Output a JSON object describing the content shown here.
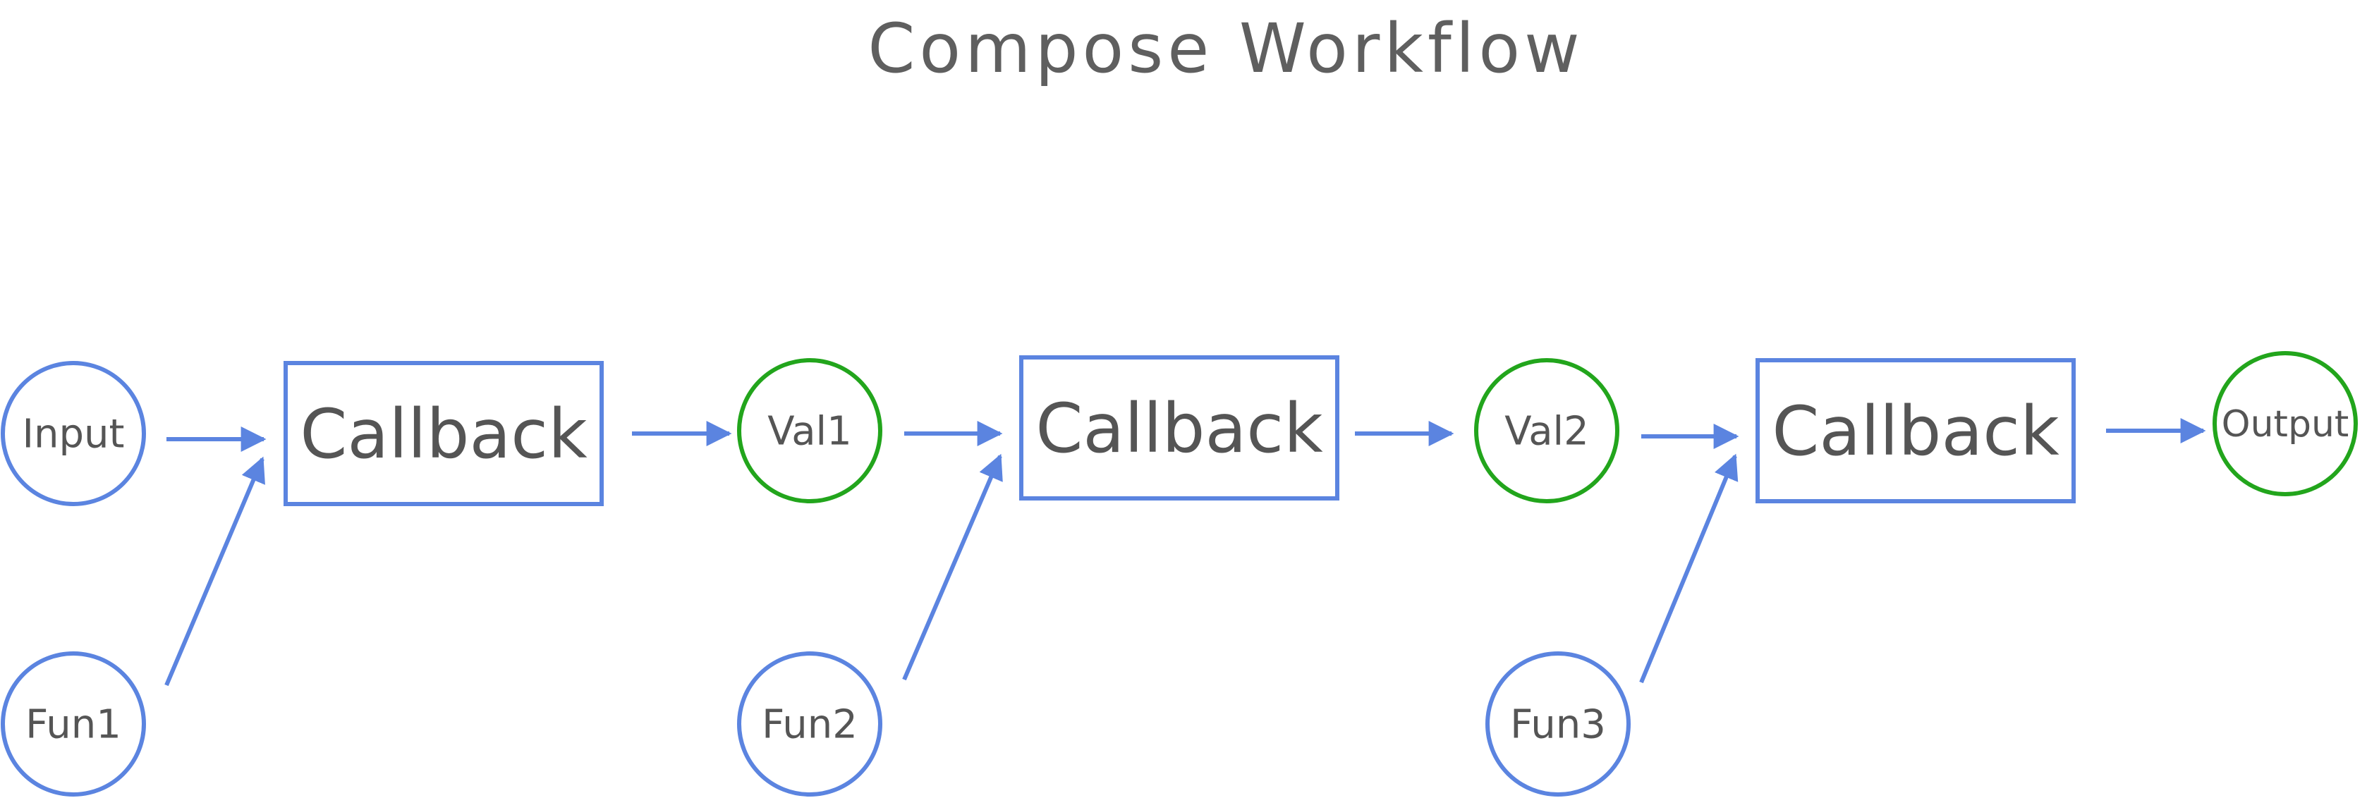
{
  "title": "Compose Workflow",
  "colors": {
    "blue": "#5b84e0",
    "green": "#22a51c",
    "text": "#555555",
    "title": "#5f5f5f"
  },
  "nodes": [
    {
      "id": "input",
      "label": "Input",
      "shape": "circle",
      "color": "blue"
    },
    {
      "id": "fun1",
      "label": "Fun1",
      "shape": "circle",
      "color": "blue"
    },
    {
      "id": "callback1",
      "label": "Callback",
      "shape": "box",
      "color": "blue"
    },
    {
      "id": "val1",
      "label": "Val1",
      "shape": "circle",
      "color": "green"
    },
    {
      "id": "fun2",
      "label": "Fun2",
      "shape": "circle",
      "color": "blue"
    },
    {
      "id": "callback2",
      "label": "Callback",
      "shape": "box",
      "color": "blue"
    },
    {
      "id": "val2",
      "label": "Val2",
      "shape": "circle",
      "color": "green"
    },
    {
      "id": "fun3",
      "label": "Fun3",
      "shape": "circle",
      "color": "blue"
    },
    {
      "id": "callback3",
      "label": "Callback",
      "shape": "box",
      "color": "blue"
    },
    {
      "id": "output",
      "label": "Output",
      "shape": "circle",
      "color": "green"
    }
  ],
  "edges": [
    {
      "from": "input",
      "to": "callback1"
    },
    {
      "from": "fun1",
      "to": "callback1"
    },
    {
      "from": "callback1",
      "to": "val1"
    },
    {
      "from": "val1",
      "to": "callback2"
    },
    {
      "from": "fun2",
      "to": "callback2"
    },
    {
      "from": "callback2",
      "to": "val2"
    },
    {
      "from": "val2",
      "to": "callback3"
    },
    {
      "from": "fun3",
      "to": "callback3"
    },
    {
      "from": "callback3",
      "to": "output"
    }
  ]
}
